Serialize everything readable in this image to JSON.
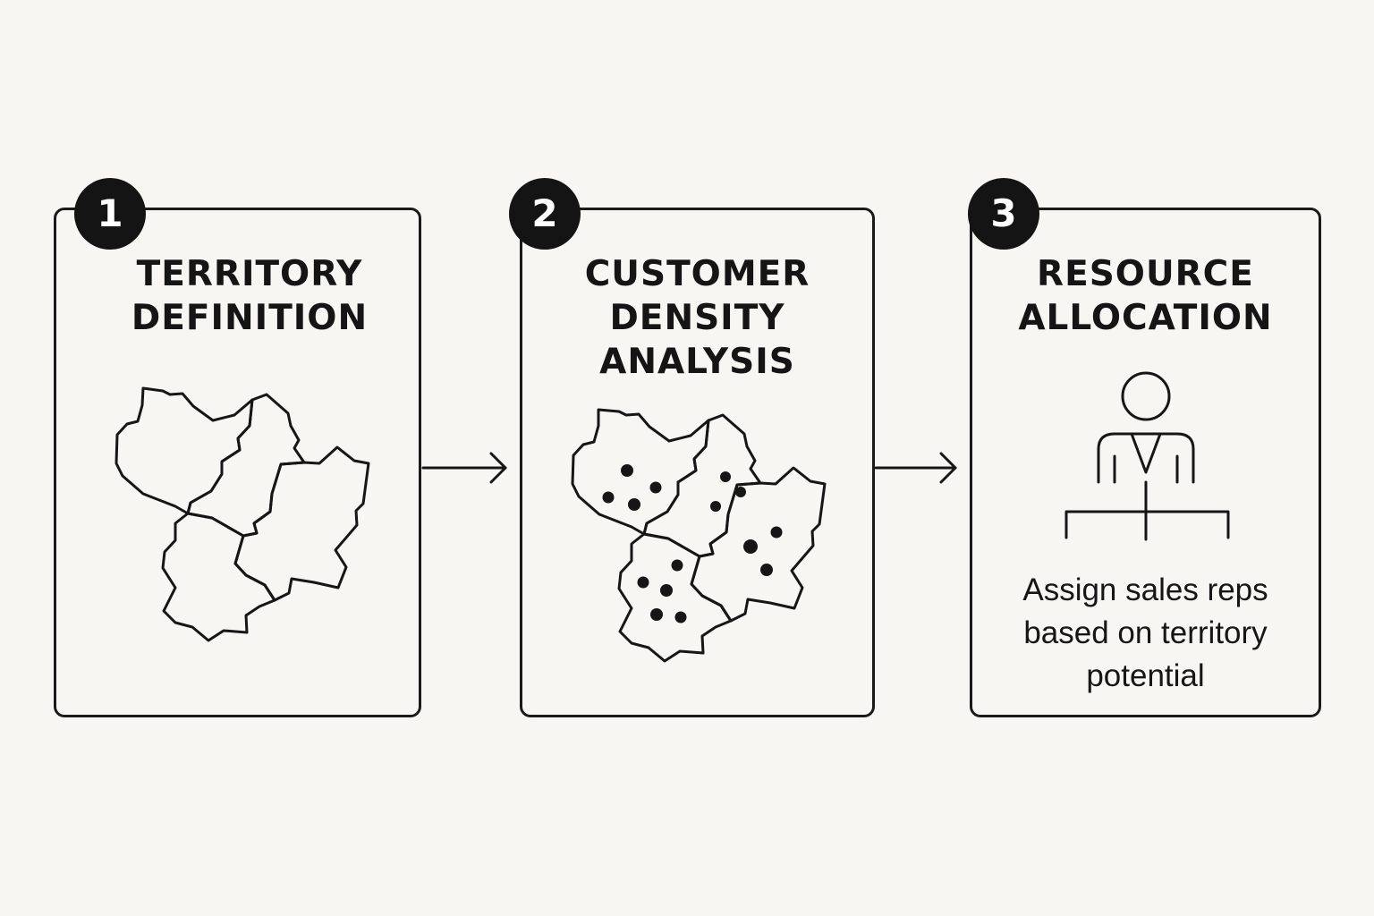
{
  "steps": [
    {
      "number": "1",
      "title": "TERRITORY\nDEFINITION",
      "icon": "territory-map-icon"
    },
    {
      "number": "2",
      "title": "CUSTOMER\nDENSITY\nANALYSIS",
      "icon": "customer-density-map-icon"
    },
    {
      "number": "3",
      "title": "RESOURCE\nALLOCATION",
      "icon": "sales-rep-hierarchy-icon",
      "description_lines": [
        "Assign sales reps",
        "based on territory",
        "potential"
      ]
    }
  ],
  "connectors": [
    "arrow-right-icon",
    "arrow-right-icon"
  ],
  "colors": {
    "background": "#f8f6f2",
    "ink": "#161616",
    "badge_fill": "#141414",
    "badge_text": "#ffffff"
  }
}
